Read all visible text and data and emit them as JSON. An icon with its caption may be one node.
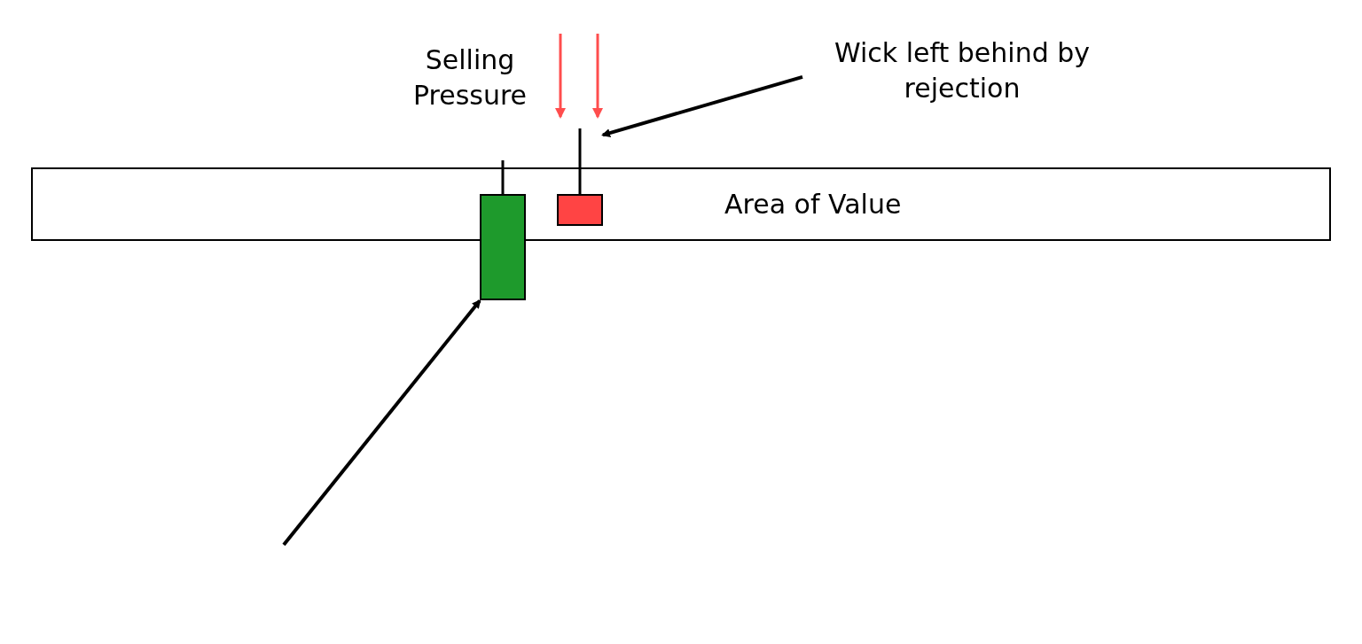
{
  "diagram": {
    "nodes": [
      {
        "text": [
          "Area of Value"
        ]
      },
      {
        "text": [],
        "shape": "bar"
      },
      {
        "text": [],
        "shape": "bar"
      },
      {
        "text": [
          "Wick left behind by rejection"
        ]
      }
    ],
    "edges": [
      {
        "from": 3,
        "to": 2,
        "arrow": "to"
      },
      {
        "from": null,
        "to": 1,
        "arrow": "to"
      }
    ],
    "labels": [
      "Selling Pressure"
    ]
  }
}
